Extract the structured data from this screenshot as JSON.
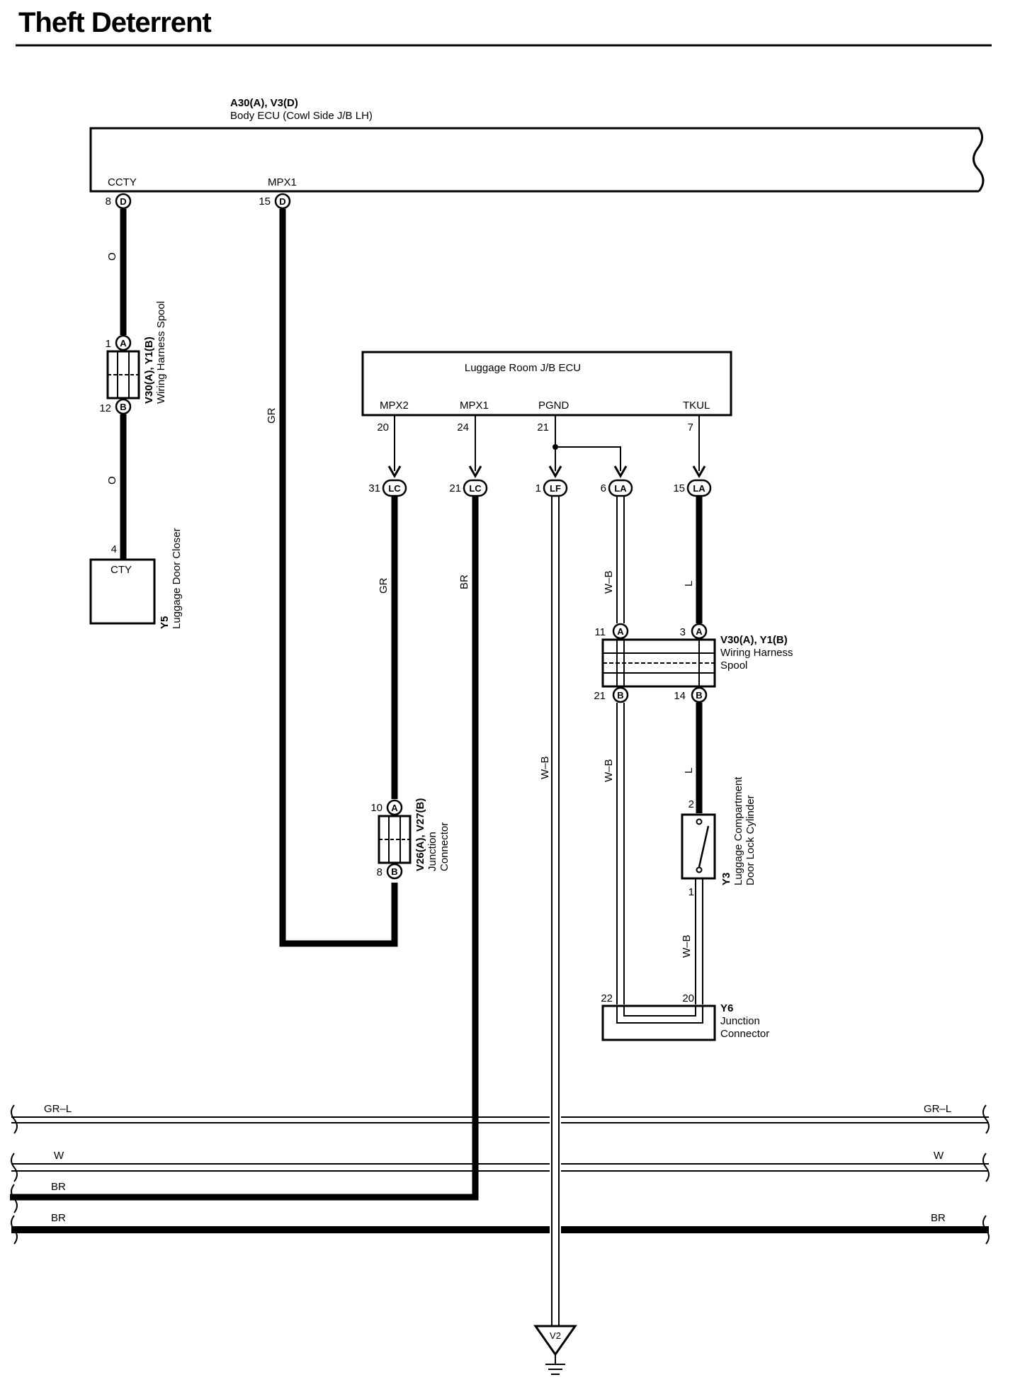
{
  "page": {
    "title": "Theft Deterrent"
  },
  "body_ecu": {
    "code": "A30(A), V3(D)",
    "name": "Body ECU (Cowl Side J/B LH)",
    "terminals": [
      {
        "label": "CCTY",
        "pin": "8",
        "connector": "D"
      },
      {
        "label": "MPX1",
        "pin": "15",
        "connector": "D"
      }
    ]
  },
  "luggage_ecu": {
    "name": "Luggage Room J/B ECU",
    "terminals": [
      {
        "label": "MPX2",
        "pin": "20"
      },
      {
        "label": "MPX1",
        "pin": "24"
      },
      {
        "label": "PGND",
        "pin": "21"
      },
      {
        "label": "TKUL",
        "pin": "7"
      }
    ]
  },
  "jb_connectors": [
    {
      "pin": "31",
      "id": "LC"
    },
    {
      "pin": "21",
      "id": "LC"
    },
    {
      "pin": "1",
      "id": "LF"
    },
    {
      "pin": "6",
      "id": "LA"
    },
    {
      "pin": "15",
      "id": "LA"
    }
  ],
  "spool_left": {
    "code": "V30(A), Y1(B)",
    "name": "Wiring Harness Spool",
    "pin_a": "1",
    "pin_b": "12",
    "conn_a": "A",
    "conn_b": "B"
  },
  "door_closer": {
    "code": "Y5",
    "name": "Luggage Door Closer",
    "pin": "4",
    "terminal": "CTY"
  },
  "junction_v26": {
    "code": "V26(A), V27(B)",
    "name1": "Junction",
    "name2": "Connector",
    "pin_a": "10",
    "pin_b": "8",
    "conn_a": "A",
    "conn_b": "B"
  },
  "spool_right": {
    "code": "V30(A), Y1(B)",
    "name1": "Wiring Harness",
    "name2": "Spool",
    "pins": [
      "11",
      "3",
      "21",
      "14"
    ],
    "conns": [
      "A",
      "A",
      "B",
      "B"
    ]
  },
  "lock_cylinder": {
    "code": "Y3",
    "name1": "Luggage Compartment",
    "name2": "Door Lock Cylinder",
    "pin_top": "2",
    "pin_bottom": "1"
  },
  "junction_y6": {
    "code": "Y6",
    "name1": "Junction",
    "name2": "Connector",
    "pin_left": "22",
    "pin_right": "20"
  },
  "ground": {
    "id": "V2"
  },
  "wire_colors": {
    "cctY_upper": "O",
    "cctY_lower": "O",
    "mpx1_body": "GR",
    "mpx2": "GR",
    "mpx1_lug": "BR",
    "pgnd": "W–B",
    "la6_upper": "W–B",
    "la6_lower": "W–B",
    "tkul_upper": "L",
    "tkul_lower": "L",
    "y3_y6": "W–B"
  },
  "buses": [
    {
      "left": "GR–L",
      "right": "GR–L"
    },
    {
      "left": "W",
      "right": "W"
    },
    {
      "left": "BR",
      "right": ""
    },
    {
      "left": "BR",
      "right": "BR"
    }
  ]
}
